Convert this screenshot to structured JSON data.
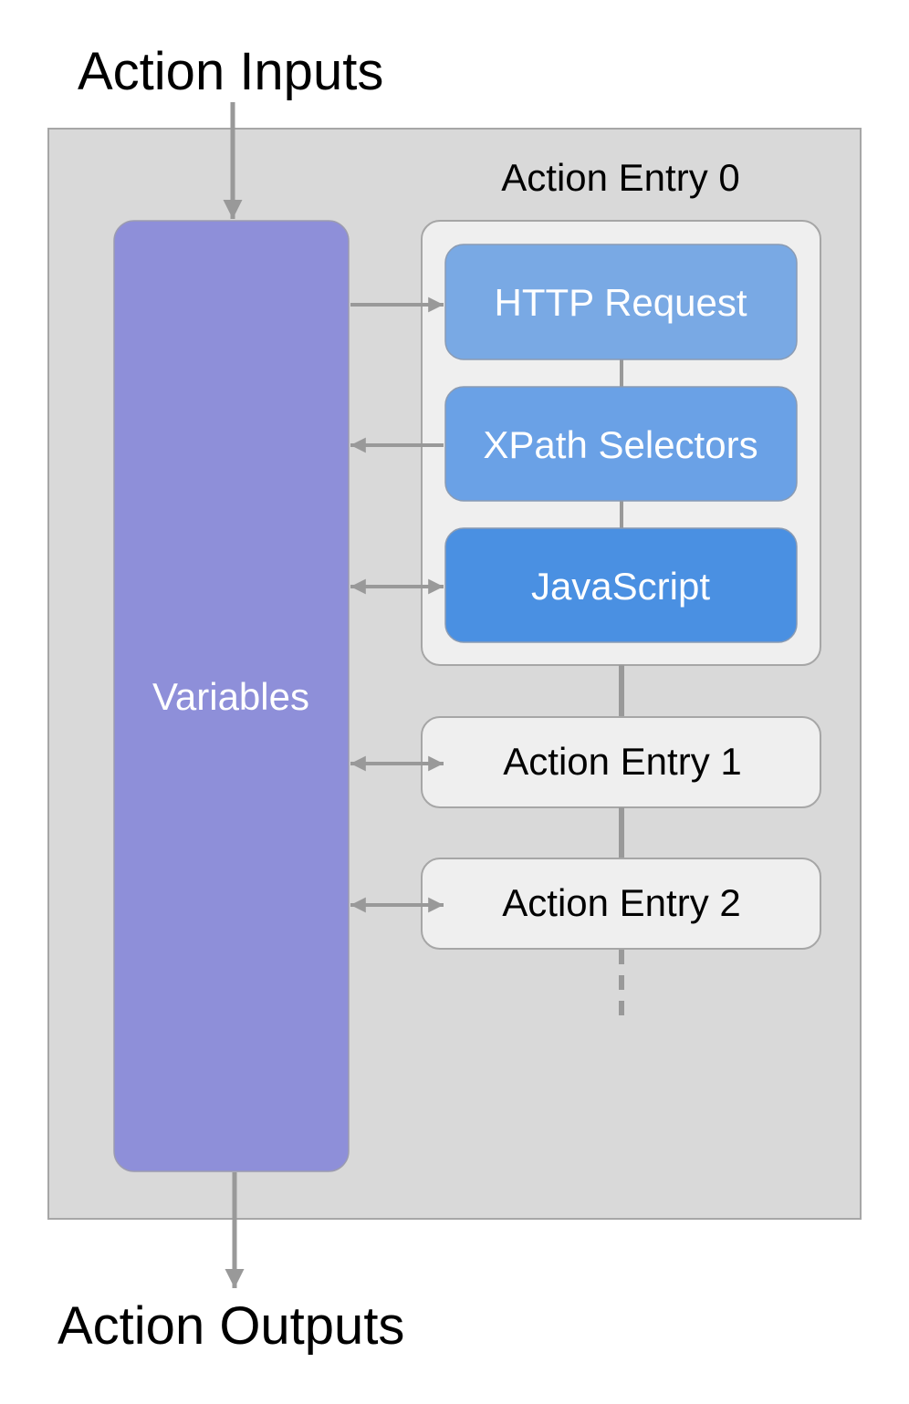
{
  "labels": {
    "inputs": "Action Inputs",
    "outputs": "Action Outputs",
    "variables": "Variables",
    "entry0_title": "Action Entry 0",
    "http_request": "HTTP Request",
    "xpath_selectors": "XPath Selectors",
    "javascript": "JavaScript",
    "entry1": "Action Entry 1",
    "entry2": "Action Entry 2"
  },
  "colors": {
    "container": "#d9d9d9",
    "container_border": "#a6a6a6",
    "variables": "#8e8fd9",
    "entry_box": "#efefef",
    "http_request": "#79a9e4",
    "xpath_selectors": "#6aa1e6",
    "javascript": "#4a90e2",
    "connector": "#999999"
  }
}
